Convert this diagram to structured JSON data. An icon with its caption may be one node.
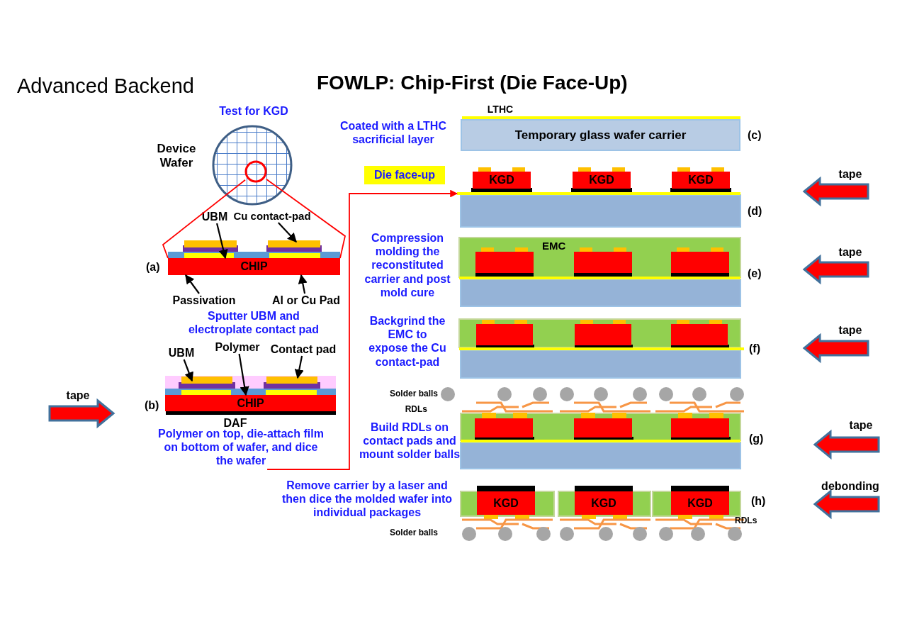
{
  "diagram": {
    "title": "FOWLP: Chip-First (Die Face-Up)",
    "nodes": [
      {
        "text": [
          "UBM"
        ]
      },
      {
        "text": [
          "Cu contact-pad"
        ]
      },
      {
        "text": [
          "CHIP"
        ]
      },
      {
        "text": [
          "Passivation"
        ]
      },
      {
        "text": [
          "Al or Cu Pad"
        ]
      },
      {
        "text": [
          "UBM"
        ]
      },
      {
        "text": [
          "Polymer"
        ]
      },
      {
        "text": [
          "Contact pad"
        ]
      },
      {
        "text": [
          "CHIP"
        ]
      },
      {
        "text": [
          "Polymer on top, die-attach film on bottom of wafer, and dice the wafer"
        ]
      },
      {
        "text": [
          "Temporary glass wafer carrier"
        ]
      },
      {
        "text": [
          "Die face-up"
        ]
      },
      {
        "text": [
          "KGD"
        ]
      },
      {
        "text": [
          "KGD"
        ]
      },
      {
        "text": [
          "KGD"
        ]
      },
      {
        "text": [],
        "shape": "box"
      },
      {
        "text": [],
        "shape": "box"
      },
      {
        "text": [],
        "shape": "box"
      },
      {
        "text": [],
        "shape": "box"
      },
      {
        "text": [],
        "shape": "box"
      },
      {
        "text": [],
        "shape": "box"
      },
      {
        "text": [],
        "shape": "box"
      },
      {
        "text": [],
        "shape": "box"
      },
      {
        "text": [],
        "shape": "box"
      },
      {
        "text": [
          "KGD"
        ]
      },
      {
        "text": [
          "KGD"
        ]
      },
      {
        "text": [
          "KGD"
        ]
      },
      {
        "text": [],
        "shape": "circle",
        "beside": [
          "Device Wafer"
        ]
      },
      {
        "text": [],
        "shape": "bar"
      }
    ],
    "edges": [
      {
        "from": 0,
        "to": 2,
        "arrow": "to"
      },
      {
        "from": 1,
        "to": null,
        "arrow": "to"
      },
      {
        "from": 3,
        "to": 2,
        "arrow": "to"
      },
      {
        "from": 4,
        "to": 2,
        "arrow": "to"
      },
      {
        "from": 5,
        "to": null,
        "arrow": "to"
      },
      {
        "from": 6,
        "to": 8,
        "arrow": "to"
      },
      {
        "from": 7,
        "to": null,
        "arrow": "to"
      },
      {
        "from": 9,
        "to": 28,
        "arrow": "to",
        "color": "#ff0000"
      },
      {
        "from": 27,
        "to": 2,
        "arrow": "none",
        "color": "#ff0000"
      },
      {
        "from": 27,
        "to": 2,
        "arrow": "none",
        "color": "#ff0000"
      }
    ],
    "labels": [
      "Advanced Backend",
      "Test for KGD",
      "Coated with a LTHC sacrificial layer",
      "LTHC",
      "(c)",
      "tape",
      "(d)",
      "Compression molding the reconstituted carrier and post mold cure",
      "EMC",
      "tape",
      "(e)",
      "(a)",
      "Sputter UBM and electroplate contact pad",
      "Backgrind the EMC to expose the Cu contact-pad",
      "tape",
      "(f)",
      "(b)",
      "DAF",
      "tape",
      "Solder balls",
      "RDLs",
      "Build RDLs on contact pads and mount solder balls",
      "(g)",
      "tape",
      "Remove carrier by a laser and then dice the molded wafer into individual packages",
      "debonding",
      "(h)",
      "RDLs",
      "Solder balls"
    ]
  }
}
